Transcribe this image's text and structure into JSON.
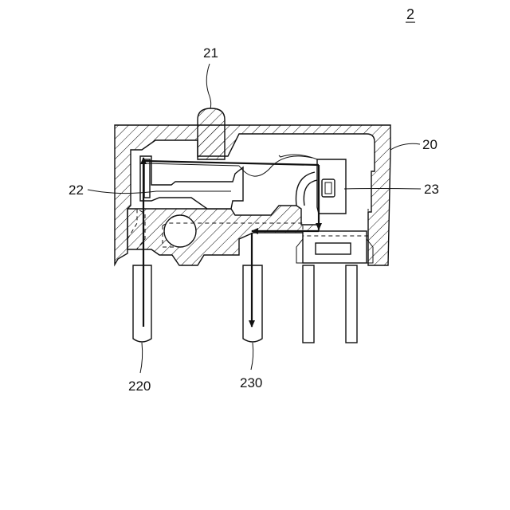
{
  "figure": {
    "number": "2",
    "labels": {
      "housing": "20",
      "actuator": "21",
      "fixed_part": "22",
      "moving_part": "23",
      "terminal_left": "220",
      "terminal_middle": "230"
    }
  }
}
